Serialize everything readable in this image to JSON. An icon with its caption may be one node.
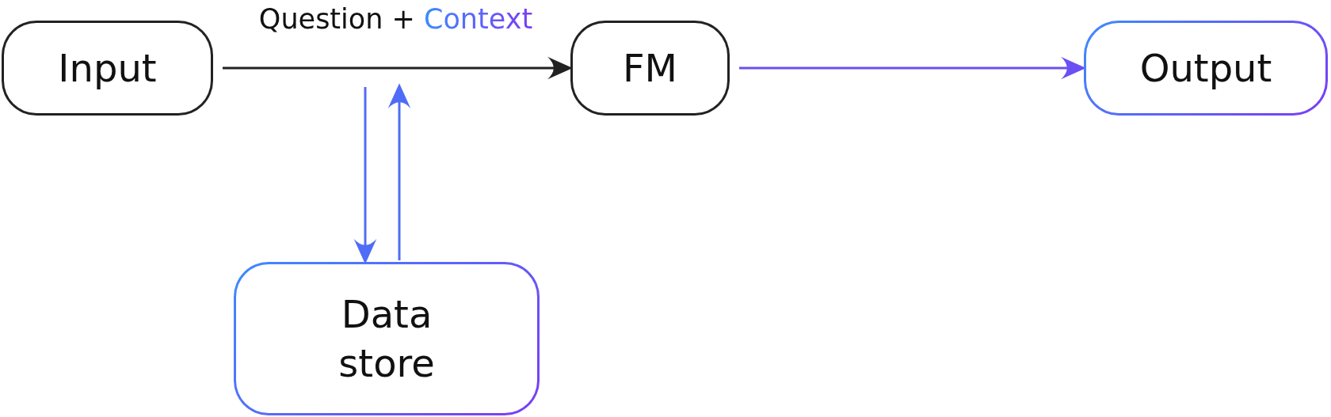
{
  "diagram": {
    "nodes": [
      {
        "text": [
          "Input"
        ]
      },
      {
        "text": [
          "FM"
        ]
      },
      {
        "text": [
          "Output"
        ]
      },
      {
        "text": [
          "Data store"
        ]
      }
    ],
    "edges": [
      {
        "from": 0,
        "to": 1,
        "arrow": "to",
        "label": "Question + Context",
        "color": "#222222"
      },
      {
        "from": 1,
        "to": 2,
        "arrow": "to",
        "color": "#6a4ff5"
      },
      {
        "from": null,
        "to": 3,
        "arrow": "to",
        "color": "#4f6cf6"
      },
      {
        "from": 3,
        "to": null,
        "arrow": "to",
        "color": "#4f6cf6"
      }
    ]
  }
}
